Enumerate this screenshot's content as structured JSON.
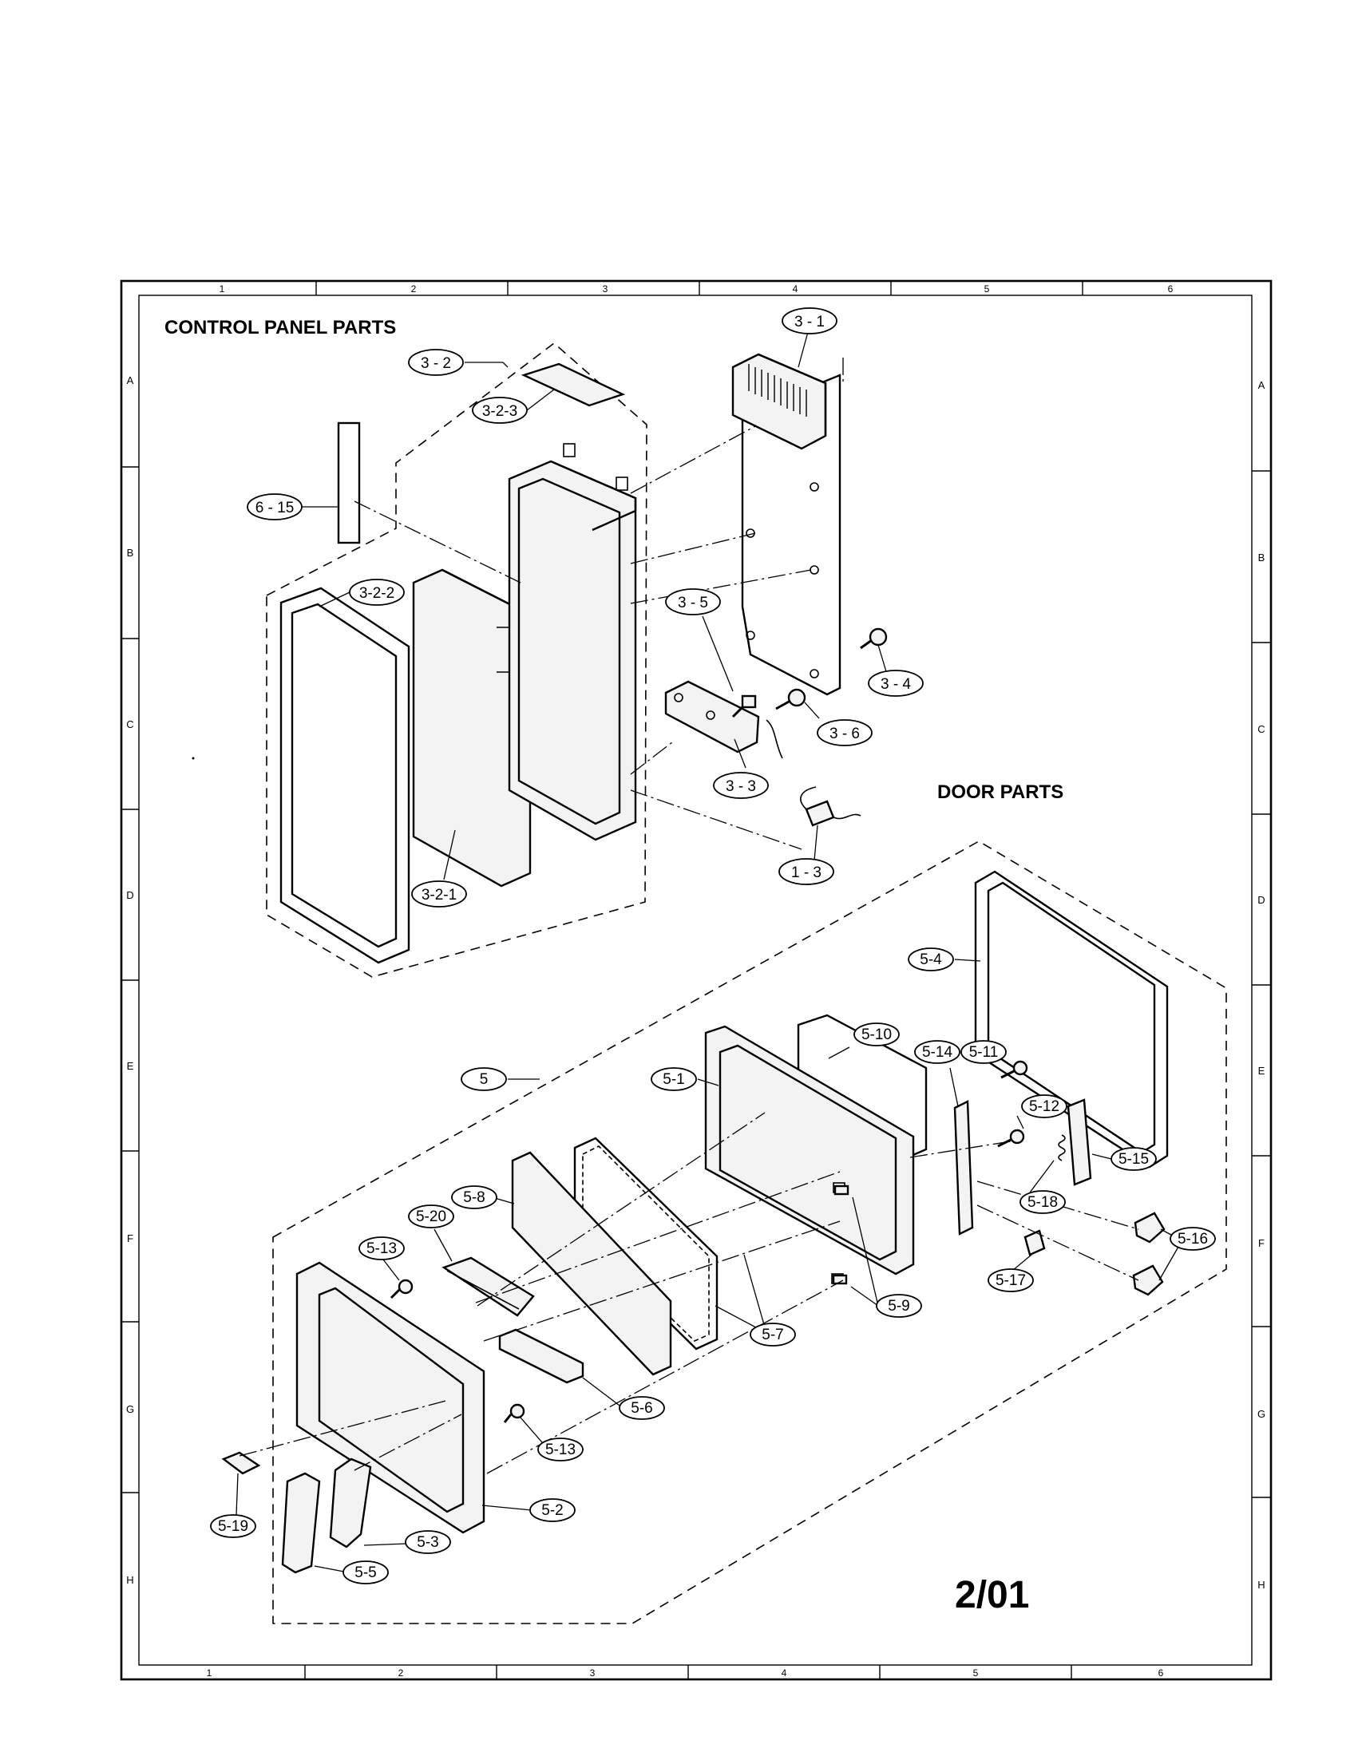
{
  "sections": {
    "control_panel_title": "CONTROL PANEL PARTS",
    "door_title": "DOOR PARTS"
  },
  "page_ref": "2/01",
  "grid": {
    "columns": [
      "1",
      "2",
      "3",
      "4",
      "5",
      "6"
    ],
    "rows": [
      "A",
      "B",
      "C",
      "D",
      "E",
      "F",
      "G",
      "H"
    ]
  },
  "part_labels": {
    "p3_1": "3 - 1",
    "p3_2": "3 - 2",
    "p3_2_3": "3-2-3",
    "p6_15": "6 - 15",
    "p3_2_2": "3-2-2",
    "p3_5": "3 - 5",
    "p3_4": "3 - 4",
    "p3_6": "3 - 6",
    "p3_3": "3 - 3",
    "p1_3": "1 - 3",
    "p3_2_1": "3-2-1",
    "p5_4": "5-4",
    "p5_10": "5-10",
    "p5_14": "5-14",
    "p5_11": "5-11",
    "p5": "5",
    "p5_1": "5-1",
    "p5_12": "5-12",
    "p5_15": "5-15",
    "p5_8": "5-8",
    "p5_18": "5-18",
    "p5_20": "5-20",
    "p5_16": "5-16",
    "p5_13a": "5-13",
    "p5_17": "5-17",
    "p5_9": "5-9",
    "p5_7": "5-7",
    "p5_6": "5-6",
    "p5_13b": "5-13",
    "p5_2": "5-2",
    "p5_19": "5-19",
    "p5_3": "5-3",
    "p5_5": "5-5"
  }
}
